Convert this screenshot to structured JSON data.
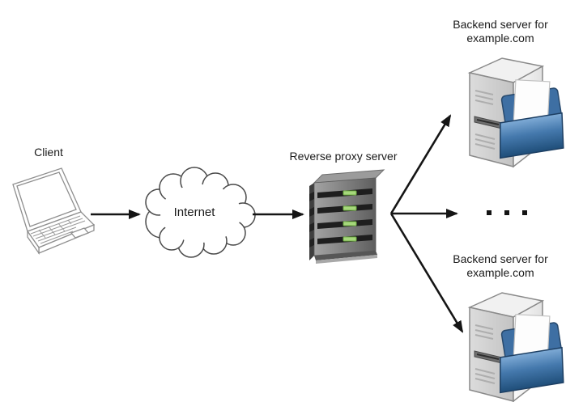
{
  "nodes": {
    "client": {
      "label": "Client"
    },
    "internet": {
      "label": "Internet"
    },
    "proxy": {
      "label": "Reverse proxy server"
    },
    "backend_top": {
      "label_line1": "Backend server for",
      "label_line2": "example.com"
    },
    "backend_bottom": {
      "label_line1": "Backend server for",
      "label_line2": "example.com"
    },
    "ellipsis": "..."
  },
  "colors": {
    "arrow": "#151515",
    "label_text": "#1b1b1b",
    "proxy_body_gray": "#8a8a8a",
    "proxy_slot_black": "#1e1e1e",
    "proxy_led_green": "#a6d77c",
    "backend_body_gray": "#e9e9e9",
    "folder_blue": "#3e6fa3",
    "background": "#ffffff"
  }
}
